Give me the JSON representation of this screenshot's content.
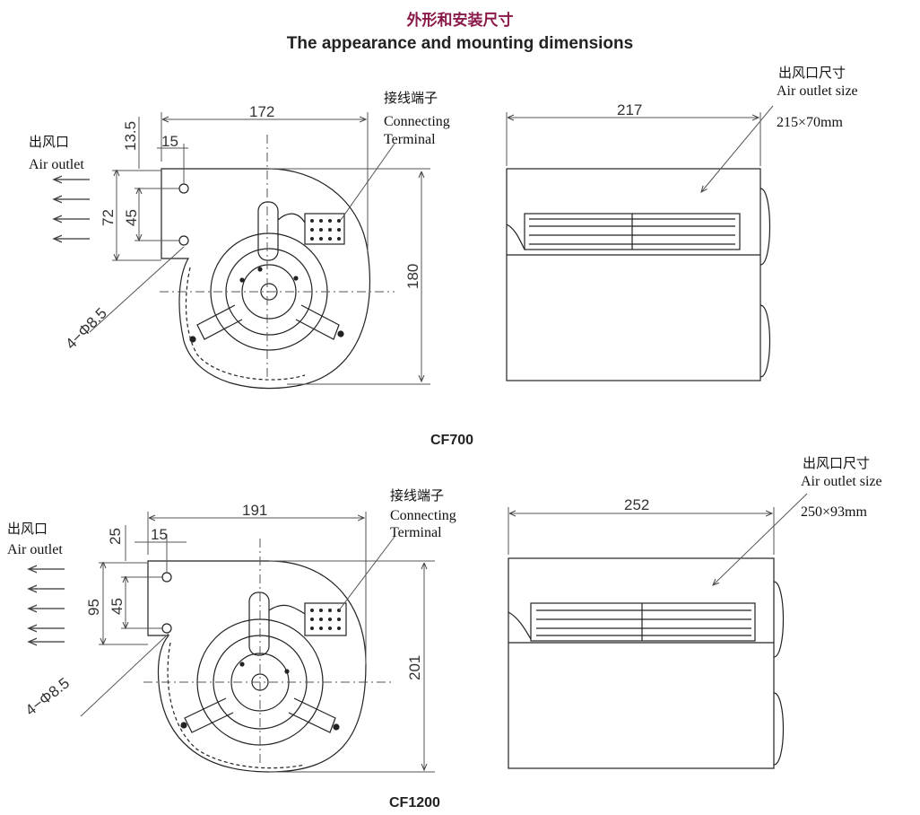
{
  "header": {
    "title_cn": "外形和安装尺寸",
    "title_en": "The appearance and mounting dimensions"
  },
  "colors": {
    "title_cn": "#8a1a4a",
    "line": "#222222",
    "dim_line": "#555555"
  },
  "models": [
    {
      "model": "CF700",
      "air_outlet_cn": "出风口",
      "air_outlet_en": "Air outlet",
      "terminal_cn": "接线端子",
      "terminal_en_1": "Connecting",
      "terminal_en_2": "Terminal",
      "outlet_size_cn": "出风口尺寸",
      "outlet_size_en": "Air outlet size",
      "outlet_size_value": "215×70mm",
      "dim_width": "172",
      "dim_top_offset": "13.5",
      "dim_hole_offset": "15",
      "dim_outlet_height": "72",
      "dim_hole_spacing": "45",
      "dim_height": "180",
      "dim_holes": "4−Φ8.5",
      "dim_depth": "217"
    },
    {
      "model": "CF1200",
      "air_outlet_cn": "出风口",
      "air_outlet_en": "Air outlet",
      "terminal_cn": "接线端子",
      "terminal_en_1": "Connecting",
      "terminal_en_2": "Terminal",
      "outlet_size_cn": "出风口尺寸",
      "outlet_size_en": "Air outlet size",
      "outlet_size_value": "250×93mm",
      "dim_width": "191",
      "dim_top_offset": "25",
      "dim_hole_offset": "15",
      "dim_outlet_height": "95",
      "dim_hole_spacing": "45",
      "dim_height": "201",
      "dim_holes": "4−Φ8.5",
      "dim_depth": "252"
    }
  ]
}
